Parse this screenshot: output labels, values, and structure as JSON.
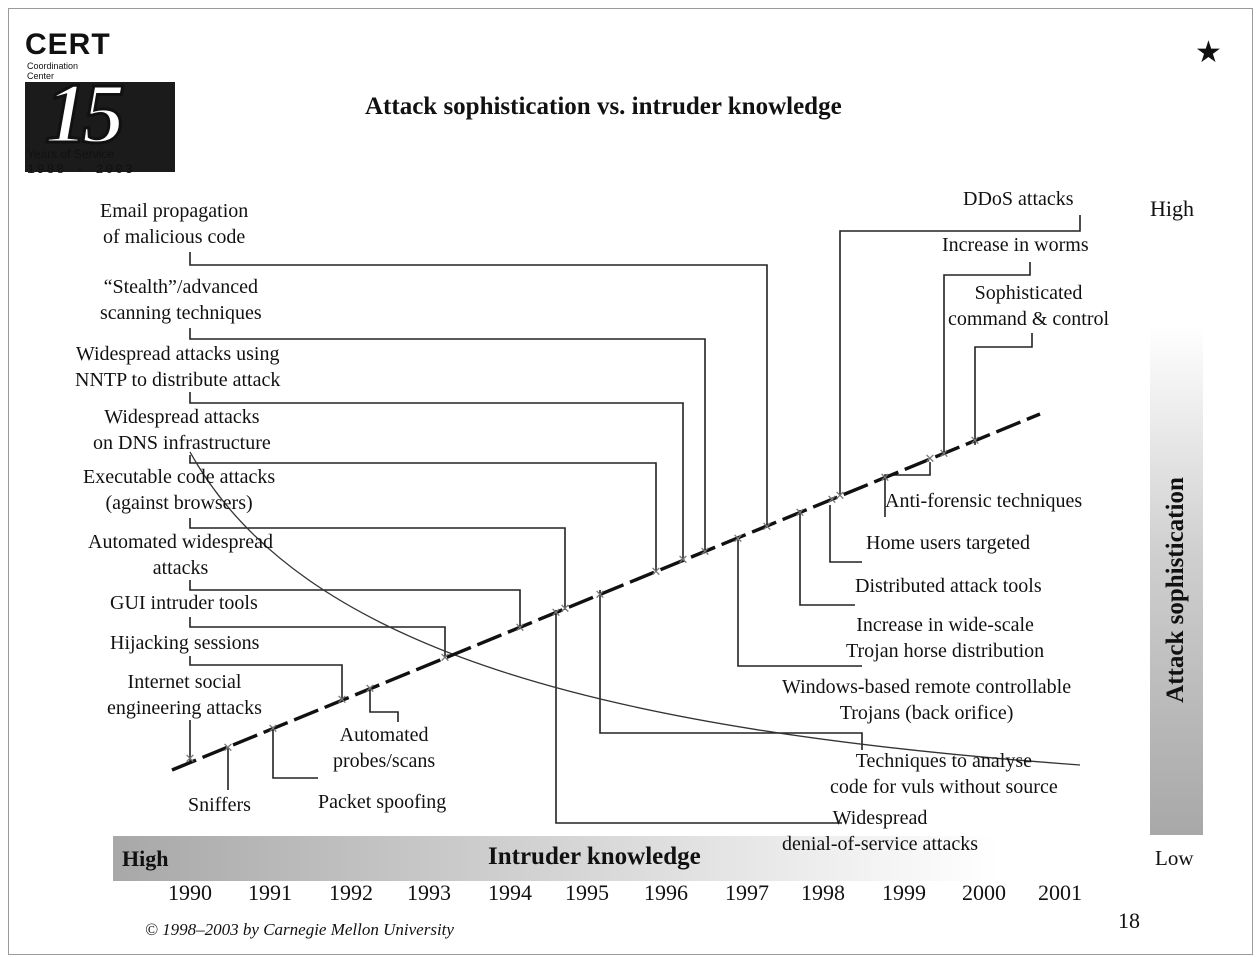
{
  "title": "Attack sophistication vs. intruder knowledge",
  "logo": {
    "name": "CERT",
    "subtitle_lines": [
      "Coordination",
      "Center"
    ],
    "number": "15",
    "years_text": "Years of Service",
    "range": "1988 - 2003"
  },
  "y_axis": {
    "title": "Attack sophistication",
    "high": "High"
  },
  "x_axis": {
    "title": "Intruder knowledge",
    "high": "High",
    "low": "Low",
    "years": [
      "1990",
      "1991",
      "1992",
      "1993",
      "1994",
      "1995",
      "1996",
      "1997",
      "1998",
      "1999",
      "2000",
      "2001"
    ]
  },
  "labels": {
    "email": [
      "Email propagation",
      "of malicious code"
    ],
    "stealth": [
      "“Stealth”/advanced",
      "scanning techniques"
    ],
    "nntp": [
      "Widespread attacks using",
      "NNTP to distribute attack"
    ],
    "dns": [
      "Widespread attacks",
      "on DNS infrastructure"
    ],
    "exec": [
      "Executable code attacks",
      "(against browsers)"
    ],
    "auto_wide": [
      "Automated widespread",
      "attacks"
    ],
    "gui": [
      "GUI intruder tools"
    ],
    "hijack": [
      "Hijacking sessions"
    ],
    "social": [
      "Internet social",
      "engineering attacks"
    ],
    "probes": [
      "Automated",
      "probes/scans"
    ],
    "sniffers": [
      "Sniffers"
    ],
    "spoof": [
      "Packet spoofing"
    ],
    "ddos": [
      "DDoS attacks"
    ],
    "worms": [
      "Increase in worms"
    ],
    "sophcc": [
      "Sophisticated",
      "command & control"
    ],
    "antiforensic": [
      "Anti-forensic techniques"
    ],
    "home": [
      "Home users targeted"
    ],
    "distributed": [
      "Distributed attack tools"
    ],
    "trojan": [
      "Increase in wide-scale",
      "Trojan horse distribution"
    ],
    "windows": [
      "Windows-based remote controllable",
      "Trojans (back orifice)"
    ],
    "analyse": [
      "Techniques to analyse",
      "code for vuls without source"
    ],
    "dos": [
      "Widespread",
      "denial-of-service attacks"
    ]
  },
  "copyright": "© 1998–2003 by Carnegie Mellon University",
  "page_number": "18"
}
